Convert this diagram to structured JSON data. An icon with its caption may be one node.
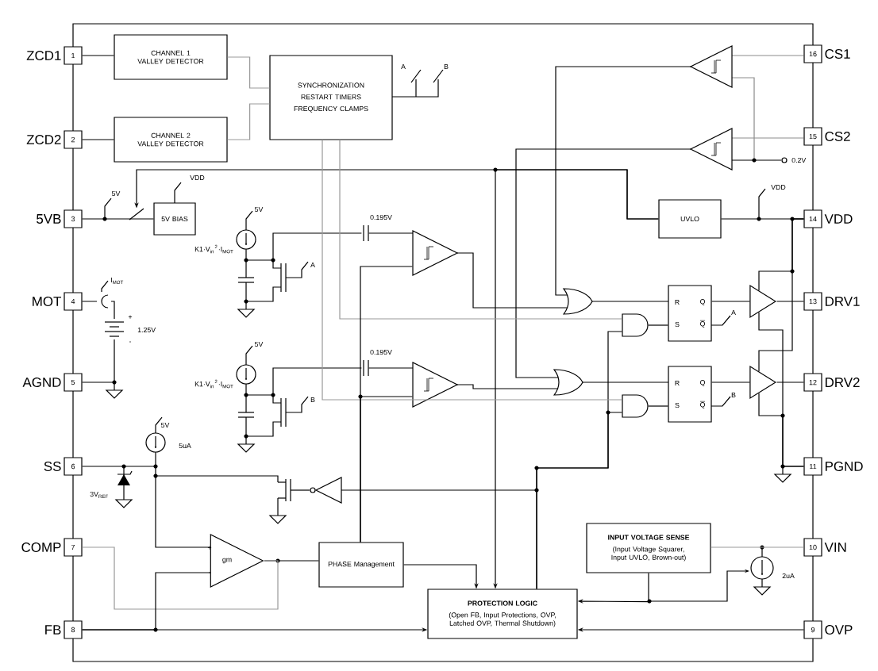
{
  "diagram": {
    "nodes": [
      {
        "text": [
          "1"
        ],
        "beside": [
          "ZCD1"
        ]
      },
      {
        "text": [
          "2"
        ],
        "beside": [
          "ZCD2"
        ]
      },
      {
        "text": [
          "3"
        ],
        "beside": [
          "5VB"
        ]
      },
      {
        "text": [
          "4"
        ],
        "beside": [
          "MOT"
        ]
      },
      {
        "text": [
          "5"
        ],
        "beside": [
          "AGND"
        ]
      },
      {
        "text": [
          "6"
        ],
        "beside": [
          "SS"
        ]
      },
      {
        "text": [
          "7"
        ],
        "beside": [
          "COMP"
        ]
      },
      {
        "text": [
          "8"
        ],
        "beside": [
          "FB"
        ]
      },
      {
        "text": [
          "16"
        ],
        "beside": [
          "CS1"
        ]
      },
      {
        "text": [
          "15"
        ],
        "beside": [
          "CS2"
        ]
      },
      {
        "text": [
          "14"
        ],
        "beside": [
          "VDD"
        ]
      },
      {
        "text": [
          "13"
        ],
        "beside": [
          "DRV1"
        ]
      },
      {
        "text": [
          "12"
        ],
        "beside": [
          "DRV2"
        ]
      },
      {
        "text": [
          "11"
        ],
        "beside": [
          "PGND"
        ]
      },
      {
        "text": [
          "10"
        ],
        "beside": [
          "VIN"
        ]
      },
      {
        "text": [
          "9"
        ],
        "beside": [
          "OVP"
        ]
      },
      {
        "text": [
          "CHANNEL 1 VALLEY DETECTOR"
        ]
      },
      {
        "text": [
          "CHANNEL 2 VALLEY DETECTOR"
        ]
      },
      {
        "text": [
          "SYNCHRONIZATION",
          "RESTART TIMERS",
          "FREQUENCY CLAMPS"
        ]
      },
      {
        "text": [
          "5V BIAS"
        ]
      },
      {
        "text": [
          "UVLO"
        ]
      },
      {
        "text": [
          "PHASE Management"
        ]
      },
      {
        "text": [
          "INPUT VOLTAGE SENSE",
          "(Input Voltage Squarer, Input UVLO, Brown-out)"
        ]
      },
      {
        "text": [
          "PROTECTION LOGIC",
          "(Open FB, Input Protections, OVP, Latched OVP, Thermal Shutdown)"
        ]
      },
      {
        "text": [
          "gm"
        ],
        "beside": [
          "+",
          "-"
        ]
      },
      {
        "text": [
          "R",
          "S",
          "Q",
          "Q"
        ]
      },
      {
        "text": [
          "R",
          "S",
          "Q",
          "Q"
        ]
      },
      {
        "text": [],
        "shape": "triangle"
      },
      {
        "text": [],
        "shape": "triangle"
      },
      {
        "text": [],
        "shape": "gate"
      },
      {
        "text": [],
        "shape": "gate"
      },
      {
        "text": [],
        "shape": "switch"
      },
      {
        "text": [],
        "shape": "comparator"
      },
      {
        "text": [],
        "shape": "comparator"
      }
    ],
    "edges": [
      {
        "from": 0,
        "to": 16,
        "arrow": "none"
      },
      {
        "from": 1,
        "to": 17,
        "arrow": "none"
      },
      {
        "from": 16,
        "to": 18,
        "arrow": "none",
        "color": "#999999"
      },
      {
        "from": 17,
        "to": 18,
        "arrow": "none",
        "color": "#999999"
      },
      {
        "from": 2,
        "to": 19,
        "arrow": "none"
      },
      {
        "from": 20,
        "to": 10,
        "arrow": "none"
      },
      {
        "from": 24,
        "to": 21,
        "arrow": "none"
      },
      {
        "from": 6,
        "to": 24,
        "arrow": "none",
        "color": "#999999"
      },
      {
        "from": 7,
        "to": 23,
        "arrow": "to"
      },
      {
        "from": 15,
        "to": 23,
        "arrow": "to"
      },
      {
        "from": 22,
        "to": 23,
        "arrow": "to"
      },
      {
        "from": 14,
        "to": 22,
        "arrow": "none",
        "color": "#999999"
      },
      {
        "from": 25,
        "to": 27,
        "arrow": "none"
      },
      {
        "from": 26,
        "to": 28,
        "arrow": "none"
      },
      {
        "from": 27,
        "to": 11,
        "arrow": "none"
      },
      {
        "from": 28,
        "to": 12,
        "arrow": "none"
      },
      {
        "from": 20,
        "to": 23,
        "arrow": "to"
      },
      {
        "from": 20,
        "to": 31,
        "arrow": "to"
      },
      {
        "from": 13,
        "to": 27,
        "arrow": "none"
      },
      {
        "from": 13,
        "to": 28,
        "arrow": "none"
      },
      {
        "from": 10,
        "to": 27,
        "arrow": "none"
      },
      {
        "from": 10,
        "to": 28,
        "arrow": "none"
      },
      {
        "from": 5,
        "to": 24,
        "arrow": "none"
      },
      {
        "from": 7,
        "to": 24,
        "arrow": "none"
      },
      {
        "from": 3,
        "to": 4,
        "arrow": "none"
      },
      {
        "from": 21,
        "to": 23,
        "arrow": "to"
      },
      {
        "from": 23,
        "to": 29,
        "arrow": "none"
      },
      {
        "from": 23,
        "to": 30,
        "arrow": "none"
      },
      {
        "from": 29,
        "to": 25,
        "arrow": "none"
      },
      {
        "from": 30,
        "to": 26,
        "arrow": "none"
      },
      {
        "from": 18,
        "to": 29,
        "arrow": "none",
        "color": "#999999"
      },
      {
        "from": 18,
        "to": 30,
        "arrow": "none",
        "color": "#999999"
      },
      {
        "from": 21,
        "to": 32,
        "arrow": "none"
      },
      {
        "from": 21,
        "to": 33,
        "arrow": "none"
      }
    ],
    "labels": [
      "A",
      "B",
      "VDD",
      "5V",
      "5V",
      "0.195V",
      "K1·V$_{in}$$^{2}$·I$_{MOT}$",
      "A",
      "I$_{MOT}$",
      "1.25V",
      "+",
      "-",
      "5V",
      "0.195V",
      "K1·V$_{in}$$^{2}$·I$_{MOT}$",
      "B",
      "5V",
      "5uA",
      "3V$_{REF}$",
      "A",
      "B",
      "0.2V",
      "VDD",
      "2uA"
    ]
  }
}
